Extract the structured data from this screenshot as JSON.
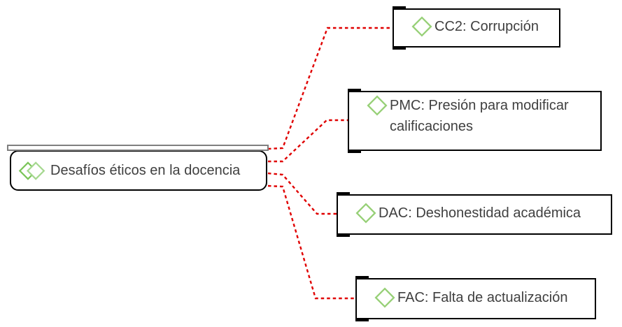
{
  "diagram": {
    "type": "concept-map",
    "root_node": {
      "label": "Desafíos éticos en la docencia",
      "icon": "code-double-diamond-icon"
    },
    "child_nodes": [
      {
        "label": "CC2: Corrupción",
        "icon": "code-diamond-icon"
      },
      {
        "label": "PMC: Presión para modificar calificaciones",
        "icon": "code-diamond-icon"
      },
      {
        "label": "DAC: Deshonestidad académica",
        "icon": "code-diamond-icon"
      },
      {
        "label": "FAC: Falta de actualización",
        "icon": "code-diamond-icon"
      }
    ],
    "connectors": {
      "style": "dashed",
      "count": 4,
      "color": "#e00000"
    },
    "colors": {
      "diamond_green": "#97d077",
      "diamond_green_dark": "#7ac558",
      "diamond_green_light": "#a5d88f",
      "text_gray": "#3f3f3f",
      "node_border": "#000000",
      "side_bar": "#000000",
      "header_bar_border": "#7f7f7f",
      "background": "#ffffff"
    }
  }
}
